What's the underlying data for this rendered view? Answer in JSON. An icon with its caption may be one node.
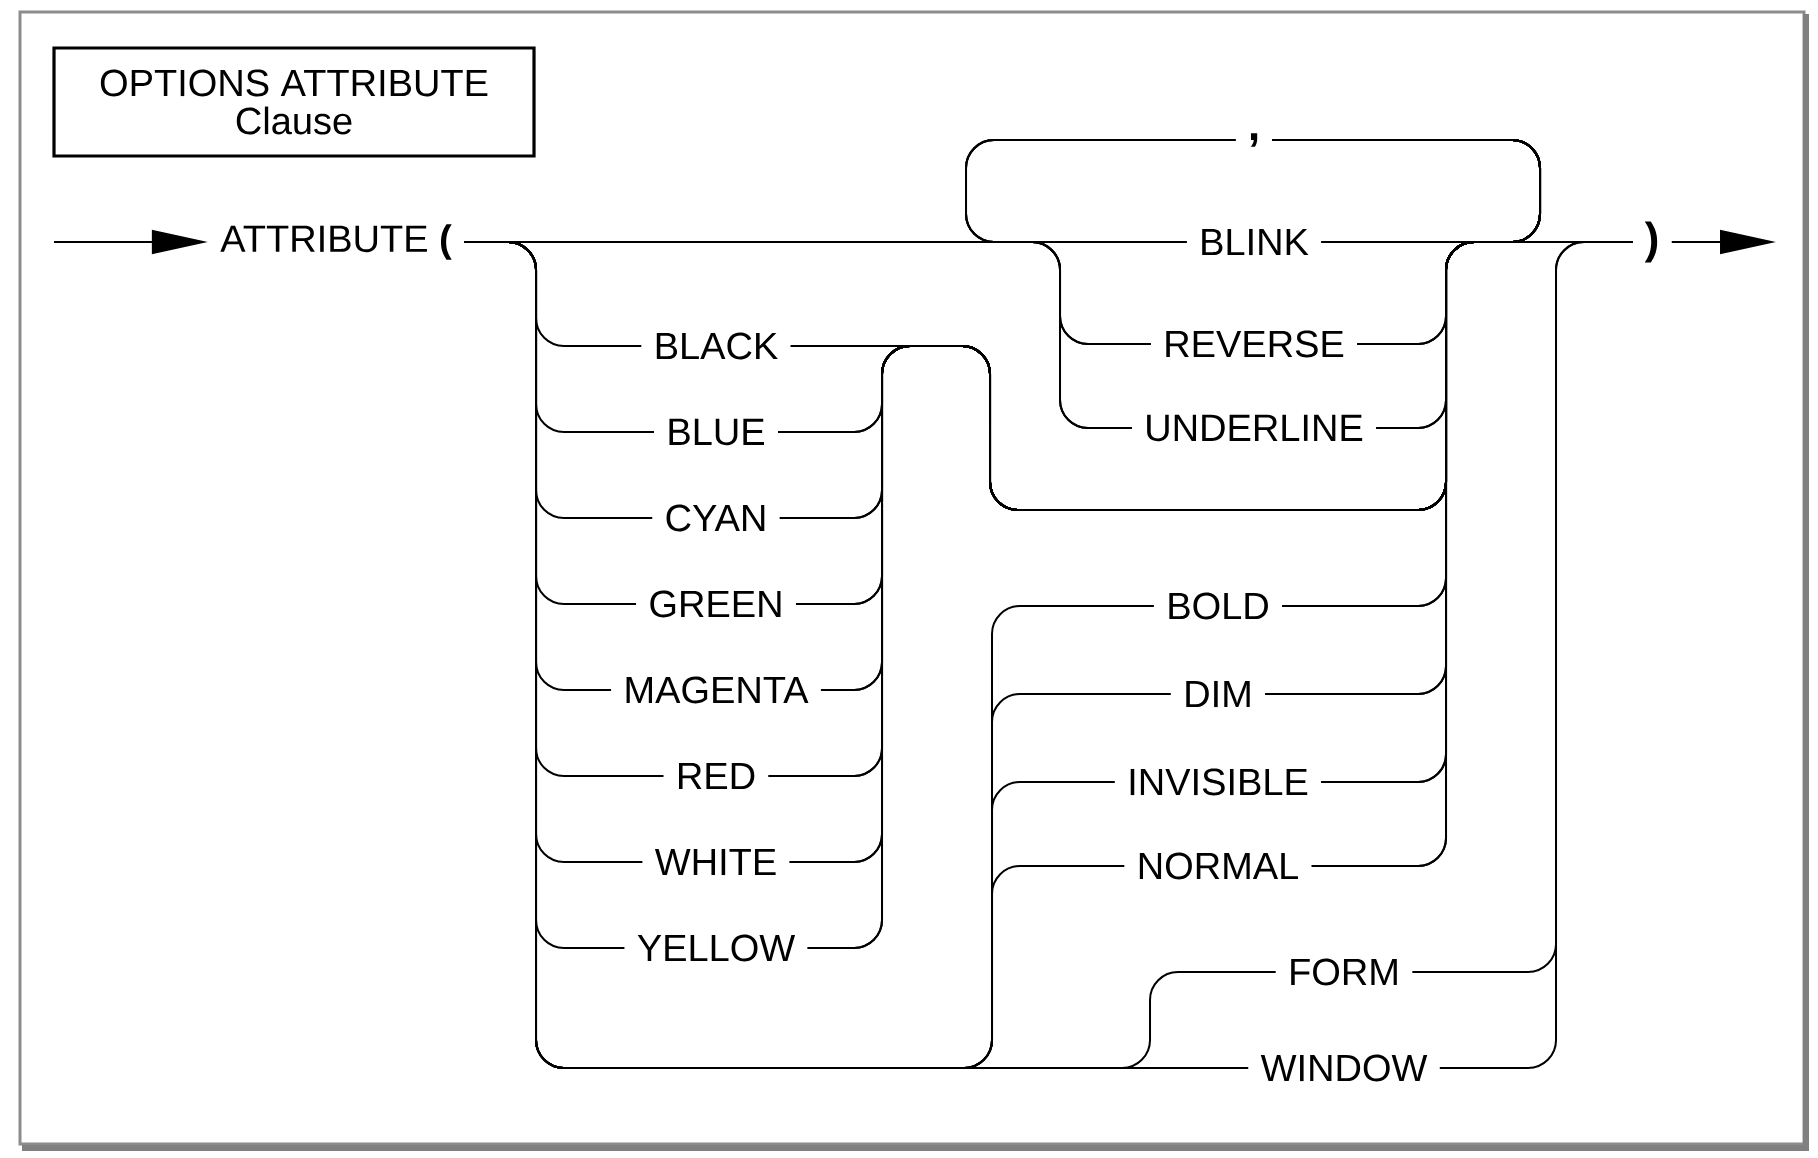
{
  "diagram": {
    "nodes": [
      {
        "text": [
          "OPTIONS ATTRIBUTE",
          "Clause"
        ]
      },
      {
        "text": [
          "ATTRIBUTE **(**"
        ]
      },
      {
        "text": [
          "**,**"
        ]
      },
      {
        "text": [
          "BLINK"
        ]
      },
      {
        "text": [
          "REVERSE"
        ]
      },
      {
        "text": [
          "UNDERLINE"
        ]
      },
      {
        "text": [
          "BLACK"
        ]
      },
      {
        "text": [
          "BLUE"
        ]
      },
      {
        "text": [
          "CYAN"
        ]
      },
      {
        "text": [
          "GREEN"
        ]
      },
      {
        "text": [
          "MAGENTA"
        ]
      },
      {
        "text": [
          "RED"
        ]
      },
      {
        "text": [
          "WHITE"
        ]
      },
      {
        "text": [
          "YELLOW"
        ]
      },
      {
        "text": [
          "BOLD"
        ]
      },
      {
        "text": [
          "DIM"
        ]
      },
      {
        "text": [
          "INVISIBLE"
        ]
      },
      {
        "text": [
          "NORMAL"
        ]
      },
      {
        "text": [
          "FORM"
        ]
      },
      {
        "text": [
          "WINDOW"
        ]
      },
      {
        "text": [
          "**)**"
        ]
      }
    ],
    "edges": [
      {
        "from": null,
        "to": 1,
        "arrow": "to"
      },
      {
        "from": 1,
        "to": 3,
        "arrow": "none"
      },
      {
        "from": 1,
        "to": 4,
        "arrow": "none"
      },
      {
        "from": 1,
        "to": 5,
        "arrow": "none"
      },
      {
        "from": 1,
        "to": 6,
        "arrow": "none"
      },
      {
        "from": 1,
        "to": 7,
        "arrow": "none"
      },
      {
        "from": 1,
        "to": 8,
        "arrow": "none"
      },
      {
        "from": 1,
        "to": 9,
        "arrow": "none"
      },
      {
        "from": 1,
        "to": 10,
        "arrow": "none"
      },
      {
        "from": 1,
        "to": 11,
        "arrow": "none"
      },
      {
        "from": 1,
        "to": 12,
        "arrow": "none"
      },
      {
        "from": 1,
        "to": 13,
        "arrow": "none"
      },
      {
        "from": 1,
        "to": 14,
        "arrow": "none"
      },
      {
        "from": 1,
        "to": 15,
        "arrow": "none"
      },
      {
        "from": 1,
        "to": 16,
        "arrow": "none"
      },
      {
        "from": 1,
        "to": 17,
        "arrow": "none"
      },
      {
        "from": 1,
        "to": 18,
        "arrow": "none"
      },
      {
        "from": 1,
        "to": 19,
        "arrow": "none"
      },
      {
        "from": 3,
        "to": 20,
        "arrow": "none"
      },
      {
        "from": 4,
        "to": 20,
        "arrow": "none"
      },
      {
        "from": 5,
        "to": 20,
        "arrow": "none"
      },
      {
        "from": 6,
        "to": 20,
        "arrow": "none"
      },
      {
        "from": 7,
        "to": 20,
        "arrow": "none"
      },
      {
        "from": 8,
        "to": 20,
        "arrow": "none"
      },
      {
        "from": 9,
        "to": 20,
        "arrow": "none"
      },
      {
        "from": 10,
        "to": 20,
        "arrow": "none"
      },
      {
        "from": 11,
        "to": 20,
        "arrow": "none"
      },
      {
        "from": 12,
        "to": 20,
        "arrow": "none"
      },
      {
        "from": 13,
        "to": 20,
        "arrow": "none"
      },
      {
        "from": 14,
        "to": 20,
        "arrow": "none"
      },
      {
        "from": 15,
        "to": 20,
        "arrow": "none"
      },
      {
        "from": 16,
        "to": 20,
        "arrow": "none"
      },
      {
        "from": 17,
        "to": 20,
        "arrow": "none"
      },
      {
        "from": 18,
        "to": 20,
        "arrow": "none"
      },
      {
        "from": 19,
        "to": 20,
        "arrow": "none"
      },
      {
        "from": 3,
        "to": 2,
        "arrow": "none"
      },
      {
        "from": 4,
        "to": 2,
        "arrow": "none"
      },
      {
        "from": 5,
        "to": 2,
        "arrow": "none"
      },
      {
        "from": 6,
        "to": 2,
        "arrow": "none"
      },
      {
        "from": 7,
        "to": 2,
        "arrow": "none"
      },
      {
        "from": 8,
        "to": 2,
        "arrow": "none"
      },
      {
        "from": 9,
        "to": 2,
        "arrow": "none"
      },
      {
        "from": 10,
        "to": 2,
        "arrow": "none"
      },
      {
        "from": 11,
        "to": 2,
        "arrow": "none"
      },
      {
        "from": 12,
        "to": 2,
        "arrow": "none"
      },
      {
        "from": 13,
        "to": 2,
        "arrow": "none"
      },
      {
        "from": 14,
        "to": 2,
        "arrow": "none"
      },
      {
        "from": 15,
        "to": 2,
        "arrow": "none"
      },
      {
        "from": 16,
        "to": 2,
        "arrow": "none"
      },
      {
        "from": 17,
        "to": 2,
        "arrow": "none"
      },
      {
        "from": 2,
        "to": 3,
        "arrow": "none"
      },
      {
        "from": 2,
        "to": 4,
        "arrow": "none"
      },
      {
        "from": 2,
        "to": 5,
        "arrow": "none"
      },
      {
        "from": 20,
        "to": null,
        "arrow": "to"
      }
    ]
  }
}
